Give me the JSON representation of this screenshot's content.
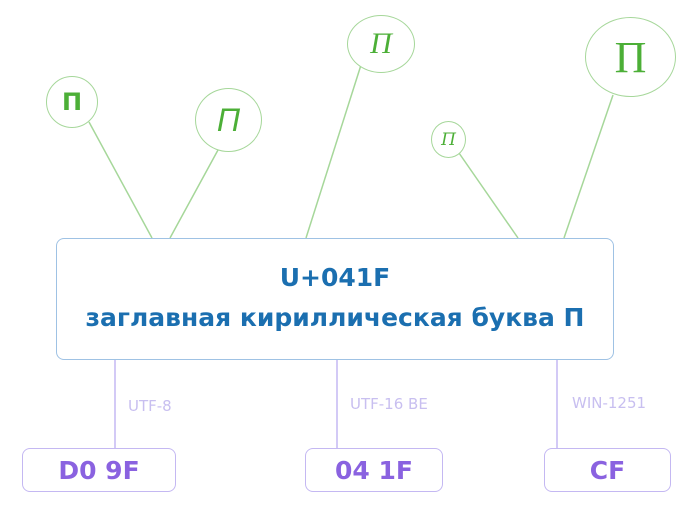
{
  "colors": {
    "glyph_green": "#4caf37",
    "circle_border": "#a6d79a",
    "main_border": "#9fc2e4",
    "main_text": "#1b6fb0",
    "encoding_label": "#c8bff0",
    "byte_border": "#c4b8f2",
    "byte_text": "#8a62e0"
  },
  "character": {
    "code_point": "U+041F",
    "name": "заглавная кириллическая буква П"
  },
  "glyph_variants": [
    {
      "glyph": "П",
      "style": "bold sans-serif"
    },
    {
      "glyph": "П",
      "style": "italic sans-serif"
    },
    {
      "glyph": "П",
      "style": "italic serif"
    },
    {
      "glyph": "П",
      "style": "script"
    },
    {
      "glyph": "П",
      "style": "light serif"
    }
  ],
  "encodings": [
    {
      "label": "UTF-8",
      "bytes": "D0 9F"
    },
    {
      "label": "UTF-16 BE",
      "bytes": "04 1F"
    },
    {
      "label": "WIN-1251",
      "bytes": "CF"
    }
  ]
}
